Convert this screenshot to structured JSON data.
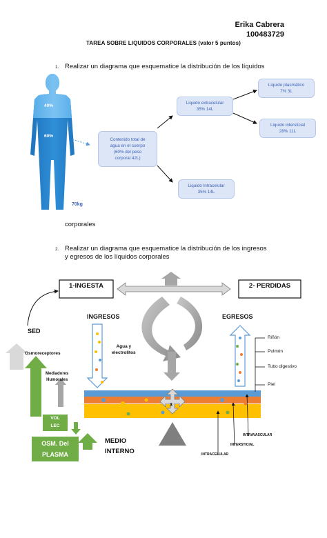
{
  "header": {
    "name": "Erika Cabrera",
    "id": "100483729"
  },
  "title": "TAREA SOBRE LIQUIDOS CORPORALES (valor 5 puntos)",
  "q1": {
    "number": "1.",
    "text": "Realizar un diagrama que esquematice la distribución de los líquidos",
    "continuation": "corporales",
    "body_pct_top": "40%",
    "body_pct_bottom": "60%",
    "body_weight": "70kg",
    "boxes": {
      "total": [
        "Contenido total de",
        "agua en el cuerpo",
        "(60% del peso",
        "corporal 42L)"
      ],
      "extracelular": [
        "Liquido extracelular",
        "35% 14L"
      ],
      "intracelular": [
        "Liquido Intracelular",
        "35% 14L"
      ],
      "plasmatico": [
        "Liquido plasmático",
        "7% 3L"
      ],
      "intersticial": [
        "Liquido intersticial",
        "28% 11L"
      ]
    }
  },
  "q2": {
    "number": "2.",
    "text_line1": "Realizar un diagrama que esquematice la distribución de los ingresos",
    "text_line2": "y egresos de los líquidos corporales"
  },
  "diagram2": {
    "ingesta": "1-INGESTA",
    "perdidas": "2- PERDIDAS",
    "ingresos": "INGRESOS",
    "egresos": "EGRESOS",
    "agua_line1": "Agua y",
    "agua_line2": "electrolitos",
    "sed": "SED",
    "osmoreceptores": "Osmoreceptores",
    "mediadores_line1": "Mediadores",
    "mediadores_line2": "Humorales",
    "vol_line1": "VOL",
    "vol_line2": "LEC",
    "osm_line1": "OSM. Del",
    "osm_line2": "PLASMA",
    "medio_line1": "MEDIO",
    "medio_line2": "INTERNO",
    "center_number": "3",
    "rinon": "Riñón",
    "pulmon": "Pulmón",
    "tubo": "Tubo digestivo",
    "piel": "Piel",
    "intravascular": "INTRAVASCULAR",
    "intersticial": "INTERSTICIAL",
    "intracelular": "INTRACELULAR",
    "colors": {
      "blue": "#5b9bd5",
      "orange": "#ed7d31",
      "yellow": "#ffc000",
      "green": "#70ad47",
      "gray": "#a6a6a6"
    }
  }
}
